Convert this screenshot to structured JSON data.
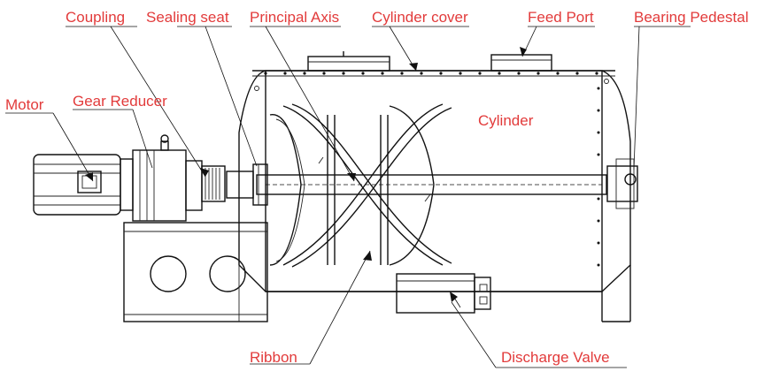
{
  "labels": {
    "coupling": "Coupling",
    "sealing_seat": "Sealing seat",
    "principal_axis": "Principal Axis",
    "cylinder_cover": "Cylinder cover",
    "feed_port": "Feed Port",
    "bearing_pedestal": "Bearing Pedestal",
    "motor": "Motor",
    "gear_reducer": "Gear Reducer",
    "cylinder": "Cylinder",
    "ribbon": "Ribbon",
    "discharge_valve": "Discharge Valve"
  },
  "colors": {
    "label": "#e23b3b",
    "line": "#111111",
    "background": "#ffffff"
  }
}
